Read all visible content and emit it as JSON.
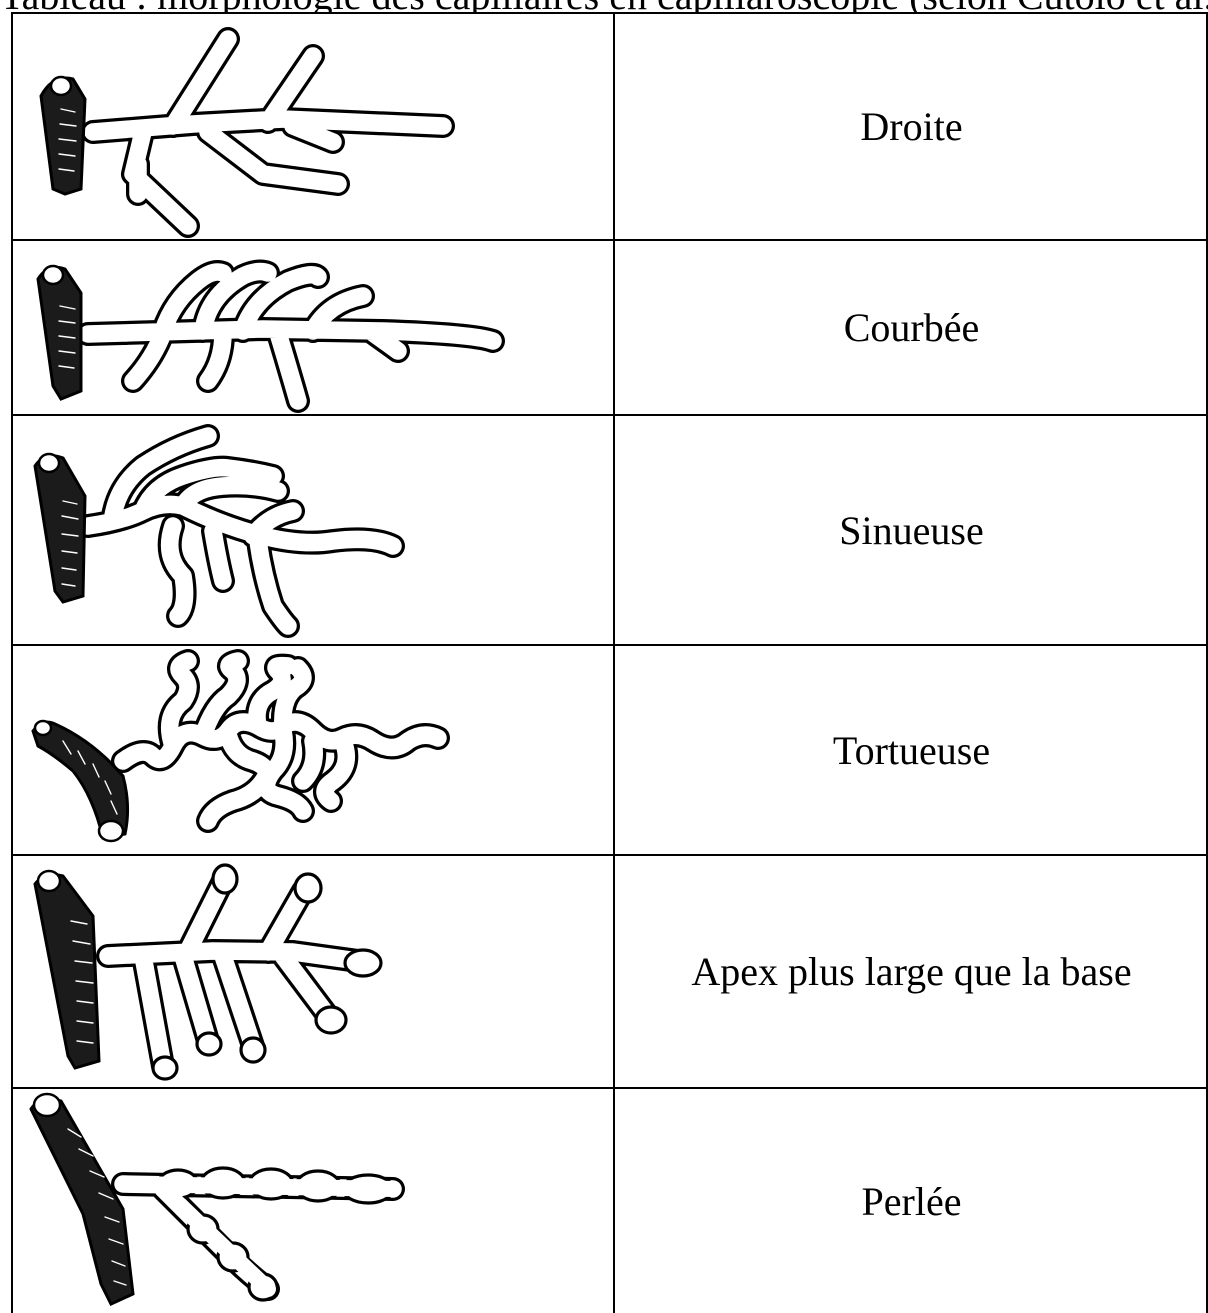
{
  "caption": "Tableau : morphologie des capillaires en capillaroscopie (selon Cutolo et al.)",
  "table": {
    "rows": [
      {
        "id": "droite",
        "label": "Droite",
        "icon": "straight-capillary-illustration"
      },
      {
        "id": "courbee",
        "label": "Courbée",
        "icon": "curved-capillary-illustration"
      },
      {
        "id": "sinueuse",
        "label": "Sinueuse",
        "icon": "sinuous-capillary-illustration"
      },
      {
        "id": "tortueuse",
        "label": "Tortueuse",
        "icon": "tortuous-capillary-illustration"
      },
      {
        "id": "apex",
        "label": "Apex plus large que la base",
        "icon": "wide-apex-capillary-illustration"
      },
      {
        "id": "perlee",
        "label": "Perlée",
        "icon": "beaded-capillary-illustration"
      }
    ]
  }
}
